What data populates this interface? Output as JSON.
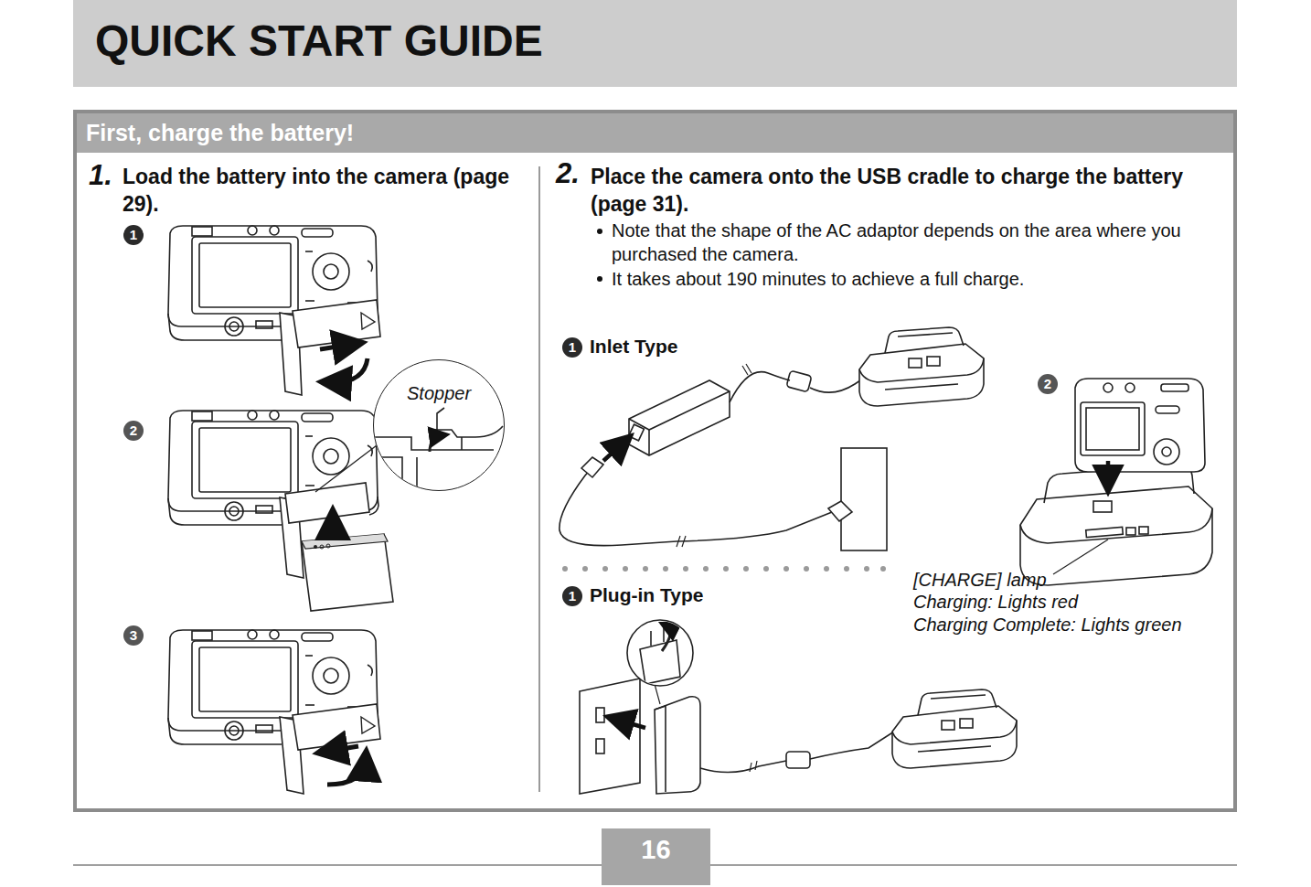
{
  "diagram": {
    "title": "QUICK START GUIDE",
    "nodes": [
      {
        "text": [
          "First, charge the battery!"
        ]
      },
      {
        "text": [
          "Stopper"
        ],
        "in": 0
      },
      {
        "text": [
          "16"
        ]
      }
    ],
    "labels": [
      "1.",
      "Load the battery into the camera (page 29).",
      "1",
      "2",
      "3",
      "2.",
      "Place the camera onto the USB cradle to charge the battery (page 31).",
      "Note that the shape of the AC adaptor depends on the area where you purchased the camera.",
      "It takes about 190 minutes to achieve a full charge.",
      "1",
      "Inlet Type",
      "2",
      "[CHARGE] lamp",
      "Charging: Lights red",
      "Charging Complete: Lights green",
      "1",
      "Plug-in Type"
    ]
  }
}
